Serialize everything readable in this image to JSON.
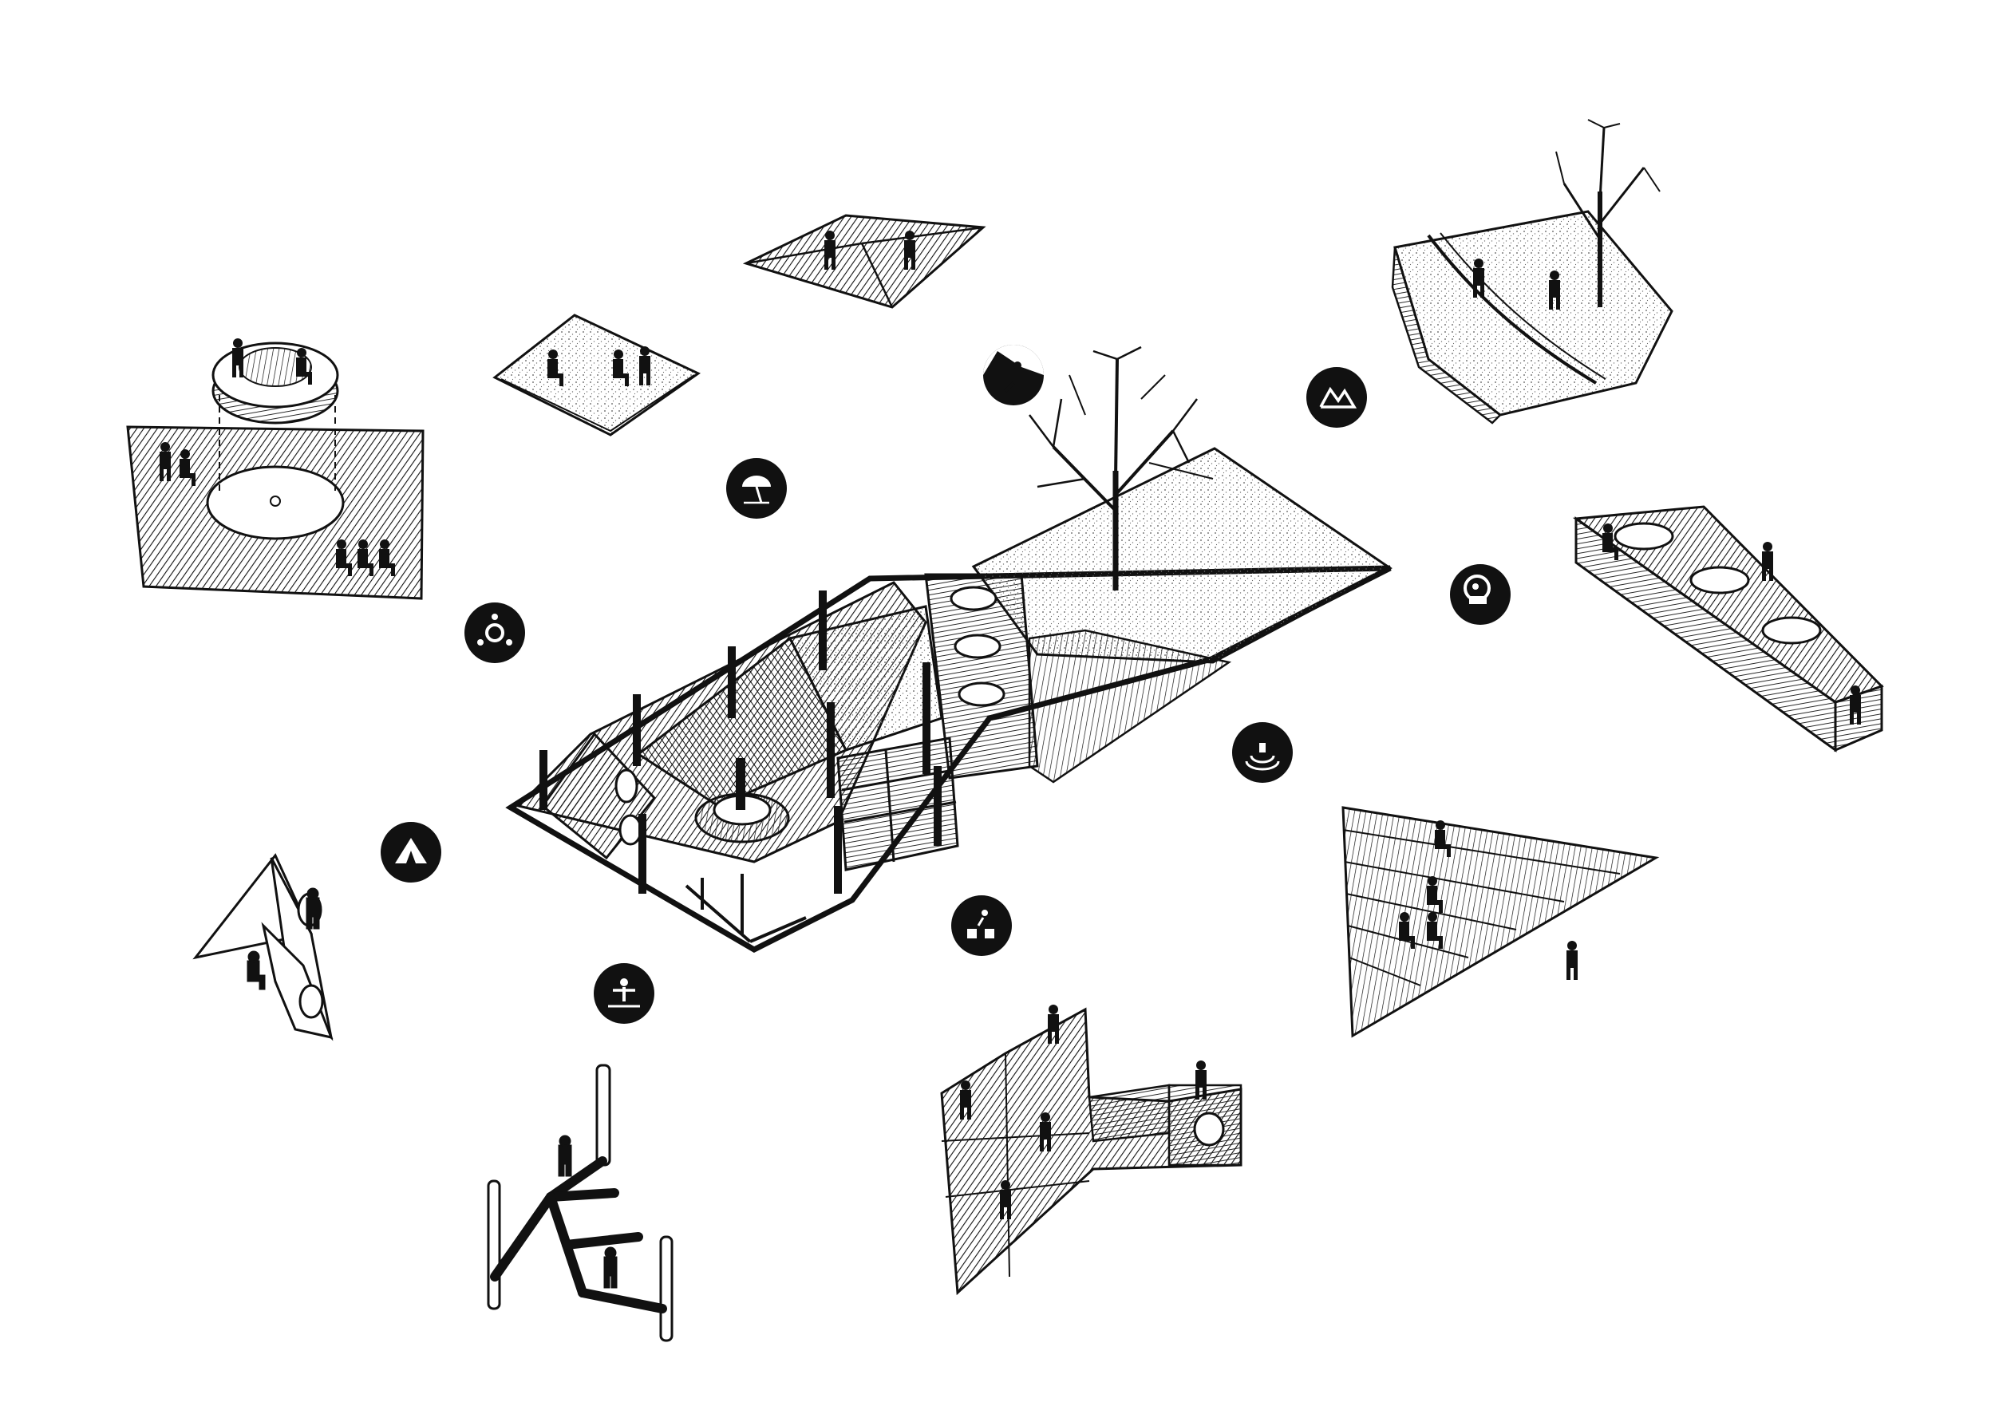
{
  "diagram": {
    "type": "axonometric-playground-diagram",
    "background": "#ffffff",
    "ink": "#111111",
    "center_piece": "main-playground-platform",
    "satellite_modules": [
      "round-seating-module",
      "sand-pit-module",
      "pyramid-roof-module",
      "sloped-hill-module",
      "holes-bench-module",
      "tiered-steps-module",
      "climbing-blocks-module",
      "balance-poles-module",
      "tent-module"
    ],
    "activity_icons": [
      "climbing-icon",
      "mountain-icon",
      "beach-umbrella-icon",
      "gather-icon",
      "crawl-icon",
      "fountain-icon",
      "tent-icon",
      "steps-jump-icon",
      "balance-icon"
    ]
  }
}
